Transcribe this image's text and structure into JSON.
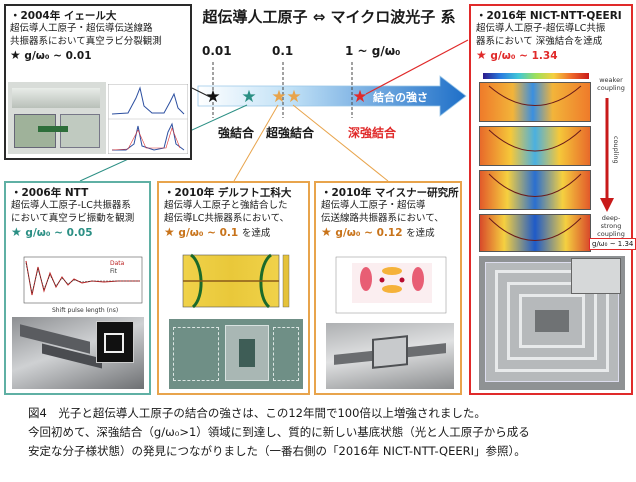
{
  "title": "超伝導人工原子 ⇔ マイクロ波光子 系",
  "axis": {
    "values": [
      "0.01",
      "0.1",
      "1 ~ g/ω₀"
    ],
    "arrow_label": "結合の強さ",
    "regimes": [
      "強結合",
      "超強結合",
      "深強結合"
    ]
  },
  "colors": {
    "accent_red": "#e02a2a",
    "teal": "#2b8f84",
    "orange": "#e8a44c",
    "orange_text": "#c8731a",
    "arrow_blue": "#1e6fc8"
  },
  "box2004": {
    "year": "・2004年 イェール大",
    "desc": [
      "超伝導人工原子・超伝導伝送線路",
      "共振器系において真空ラビ分裂観測"
    ],
    "coupling": "g/ω₀ ~ 0.01"
  },
  "box2006": {
    "year": "・2006年 NTT",
    "desc": [
      "超伝導人工原子-LC共振器系",
      "において真空ラビ振動を観測"
    ],
    "coupling": "g/ω₀ ~ 0.05",
    "legend": [
      "Data",
      "Fit"
    ],
    "xlabel": "Shift pulse length (ns)"
  },
  "box2010d": {
    "year": "・2010年 デルフト工科大",
    "desc": [
      "超伝導人工原子と強結合した",
      "超伝導LC共振器系において、"
    ],
    "coupling": "g/ω₀ ~ 0.1",
    "suffix": "を達成"
  },
  "box2010m": {
    "year": "・2010年 マイスナー研究所",
    "desc": [
      "超伝導人工原子・超伝導",
      "伝送線路共振器系において、"
    ],
    "coupling": "g/ω₀ ~ 0.12",
    "suffix": "を達成"
  },
  "box2016": {
    "year": "・2016年 NICT-NTT-QEERI",
    "desc": [
      "超伝導人工原子-超伝導LC共振",
      "器系において 深強結合を達成"
    ],
    "coupling": "g/ω₀ ~ 1.34",
    "weaker": "weaker coupling",
    "coupling_axis": "coupling",
    "deep": "deep-strong coupling",
    "badge": "g/ω₀ ~ 1.34"
  },
  "caption": [
    "図4　光子と超伝導人工原子の結合の強さは、この12年間で100倍以上増強されました。",
    "今回初めて、深強結合（g/ω₀>1）領域に到達し、質的に新しい基底状態（光と人工原子から成る",
    "安定な分子様状態）の発見につながりました（一番右側の「2016年 NICT-NTT-QEERI」参照）。"
  ]
}
